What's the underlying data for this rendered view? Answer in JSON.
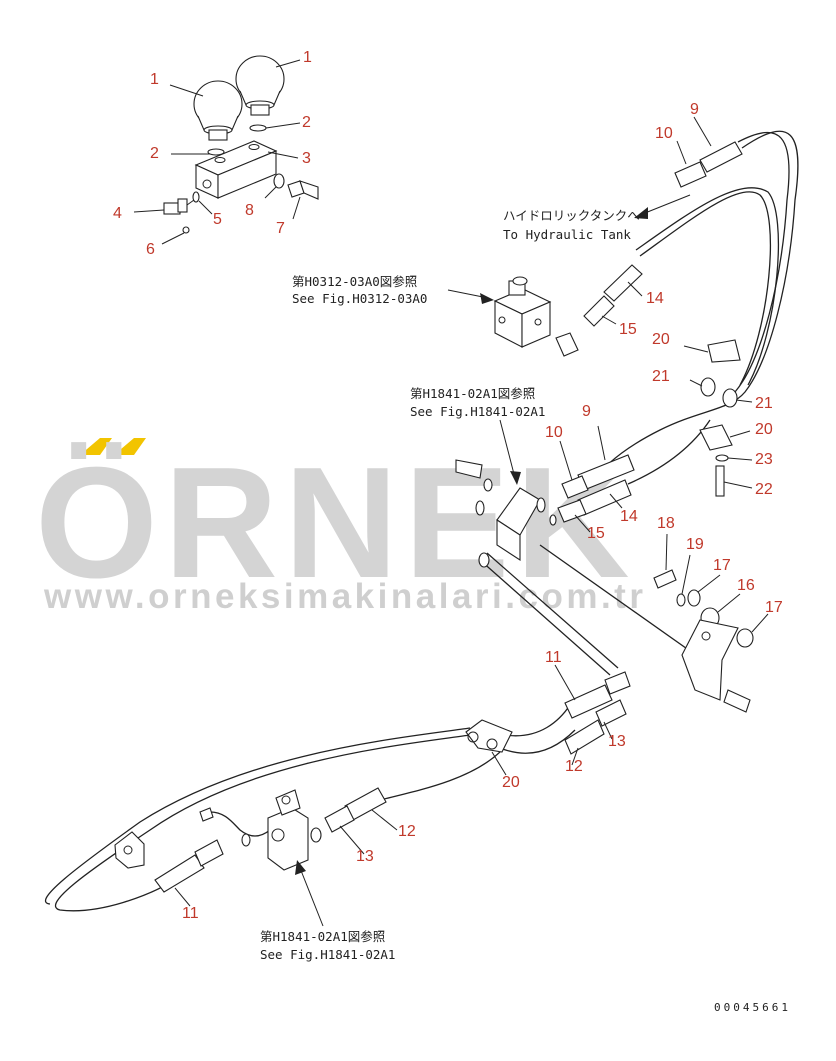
{
  "watermark": {
    "brand": "ÖRNEK",
    "url": "www.orneksimakinalari.com.tr",
    "accent_color": "#f2c400",
    "text_color": "#d4d4d4"
  },
  "notes": {
    "tank_jp": "ハイドロリックタンクへ",
    "tank_en": "To Hydraulic Tank",
    "ref_h0312_jp": "第H0312-03A0図参照",
    "ref_h0312_en": "See Fig.H0312-03A0",
    "ref_h1841_top_jp": "第H1841-02A1図参照",
    "ref_h1841_top_en": "See Fig.H1841-02A1",
    "ref_h1841_bot_jp": "第H1841-02A1図参照",
    "ref_h1841_bot_en": "See Fig.H1841-02A1"
  },
  "callouts": [
    "1",
    "1",
    "2",
    "2",
    "3",
    "4",
    "5",
    "6",
    "7",
    "8",
    "9",
    "10",
    "14",
    "15",
    "20",
    "21",
    "21",
    "20",
    "23",
    "22",
    "9",
    "10",
    "14",
    "15",
    "18",
    "19",
    "17",
    "16",
    "17",
    "11",
    "13",
    "12",
    "20",
    "12",
    "13",
    "11"
  ],
  "doc_number": "00045661",
  "colors": {
    "callout": "#c0392b",
    "ink": "#222222"
  }
}
